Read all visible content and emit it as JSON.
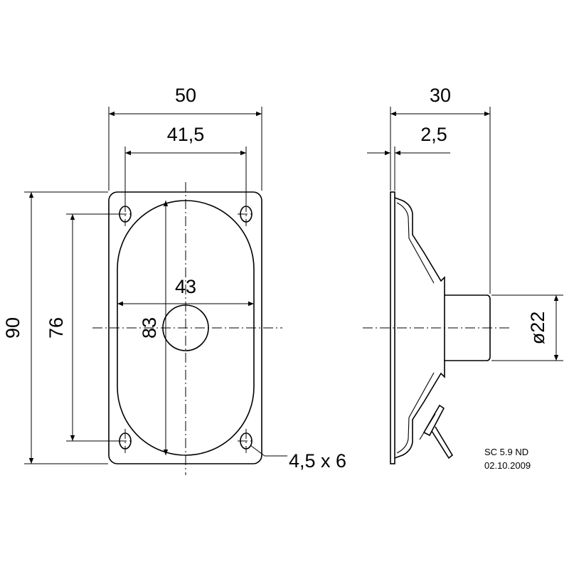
{
  "dimensions": {
    "width_outer": "50",
    "width_holes": "41,5",
    "width_cone": "43",
    "height_outer": "90",
    "height_holes": "76",
    "height_cone": "83",
    "depth_total": "30",
    "depth_flange": "2,5",
    "magnet_diameter": "ø22",
    "hole_size": "4,5 x 6"
  },
  "title_block": {
    "model": "SC 5.9 ND",
    "date": "02.10.2009"
  }
}
